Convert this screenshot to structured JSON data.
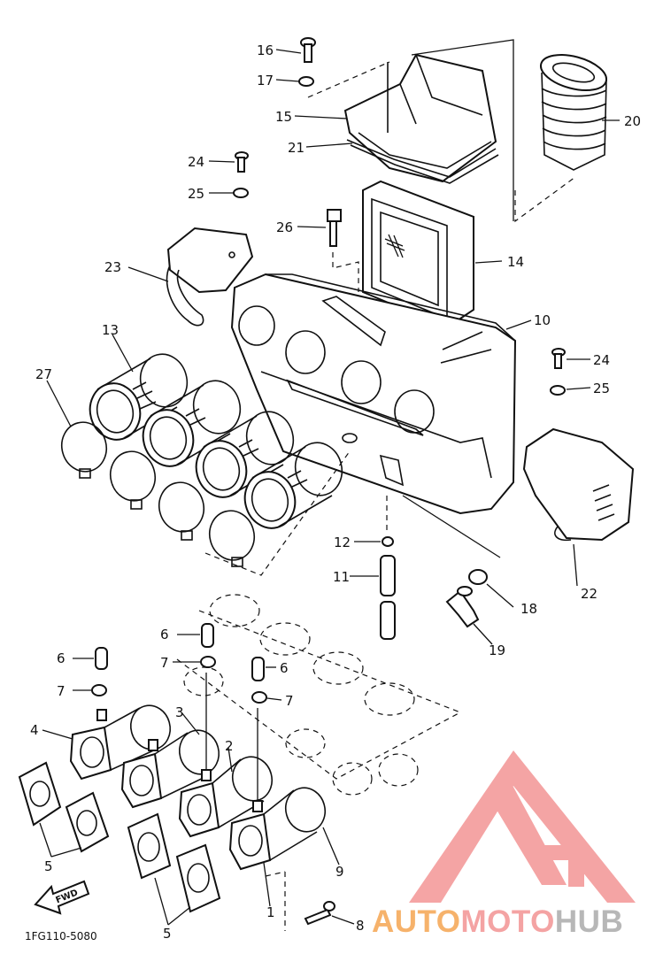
{
  "diagram": {
    "drawing_code": "1FG110-5080",
    "fwd_label": "FWD",
    "callouts": {
      "p1": "1",
      "p2": "2",
      "p3": "3",
      "p4": "4",
      "p5a": "5",
      "p5b": "5",
      "p6a": "6",
      "p6b": "6",
      "p6c": "6",
      "p7a": "7",
      "p7b": "7",
      "p7c": "7",
      "p8": "8",
      "p9": "9",
      "p10": "10",
      "p11": "11",
      "p12": "12",
      "p13": "13",
      "p14": "14",
      "p15": "15",
      "p16": "16",
      "p17": "17",
      "p18": "18",
      "p19": "19",
      "p20": "20",
      "p21": "21",
      "p22": "22",
      "p23": "23",
      "p24a": "24",
      "p24b": "24",
      "p25a": "25",
      "p25b": "25",
      "p26": "26",
      "p27": "27"
    }
  },
  "watermark": {
    "part1": "AUTO",
    "part2": "MOTO",
    "part3": "HUB",
    "color1": "#f6b26b",
    "color2": "#f4a3a3",
    "color3": "#b7b7b7",
    "logo_color": "#f4a0a0"
  }
}
